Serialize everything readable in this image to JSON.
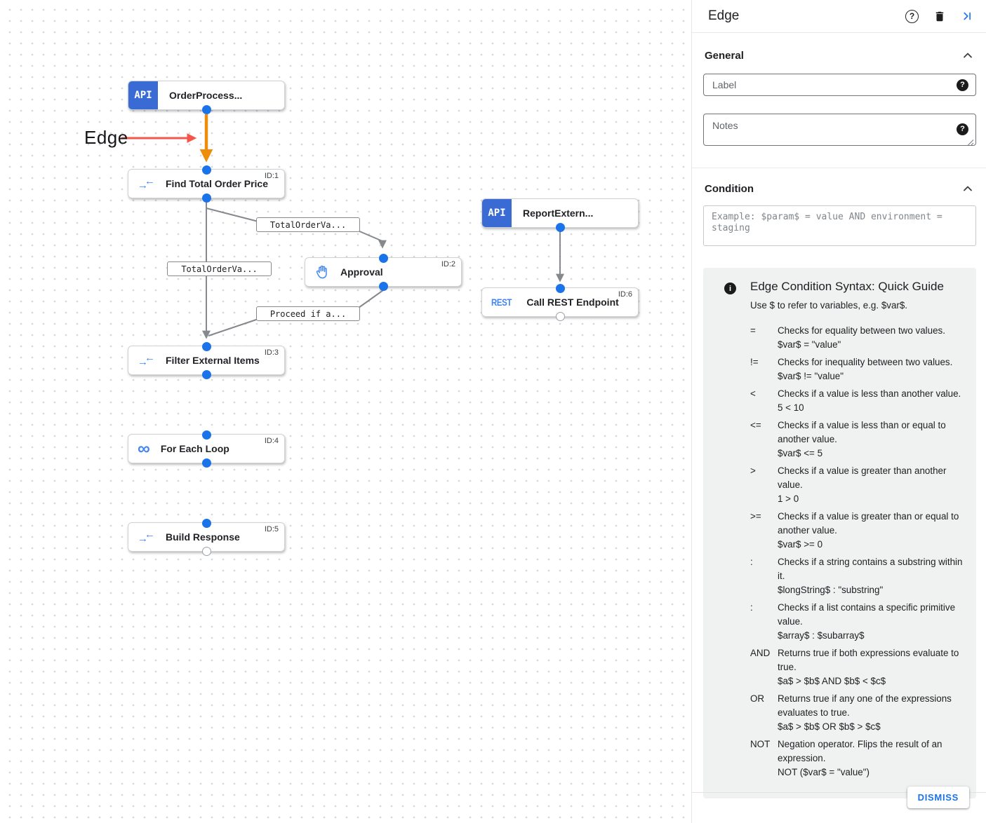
{
  "canvas": {
    "annotation_label": "Edge",
    "api_badge": "API",
    "rest_label": "REST",
    "nodes": [
      {
        "label": "OrderProcess...",
        "id_tag": ""
      },
      {
        "label": "Find Total Order Price",
        "id_tag": "ID:1"
      },
      {
        "label": "Approval",
        "id_tag": "ID:2"
      },
      {
        "label": "ReportExtern...",
        "id_tag": ""
      },
      {
        "label": "Call REST Endpoint",
        "id_tag": "ID:6"
      },
      {
        "label": "Filter External Items",
        "id_tag": "ID:3"
      },
      {
        "label": "For Each Loop",
        "id_tag": "ID:4"
      },
      {
        "label": "Build Response",
        "id_tag": "ID:5"
      }
    ],
    "edge_labels": [
      "TotalOrderVa...",
      "TotalOrderVa...",
      "Proceed if a..."
    ]
  },
  "panel": {
    "title": "Edge",
    "general_title": "General",
    "condition_title": "Condition",
    "label_placeholder": "Label",
    "notes_placeholder": "Notes",
    "condition_placeholder": "Example: $param$ = value AND environment = staging",
    "guide": {
      "title": "Edge Condition Syntax: Quick Guide",
      "subtitle": "Use $ to refer to variables, e.g. $var$.",
      "rows": [
        {
          "op": "=",
          "desc": "Checks for equality between two values.",
          "example": "$var$ = \"value\""
        },
        {
          "op": "!=",
          "desc": "Checks for inequality between two values.",
          "example": "$var$ != \"value\""
        },
        {
          "op": "<",
          "desc": "Checks if a value is less than another value.",
          "example": "5 < 10"
        },
        {
          "op": "<=",
          "desc": "Checks if a value is less than or equal to another value.",
          "example": "$var$ <= 5"
        },
        {
          "op": ">",
          "desc": "Checks if a value is greater than another value.",
          "example": "1 > 0"
        },
        {
          "op": ">=",
          "desc": "Checks if a value is greater than or equal to another value.",
          "example": "$var$ >= 0"
        },
        {
          "op": ":",
          "desc": "Checks if a string contains a substring within it.",
          "example": "$longString$ : \"substring\""
        },
        {
          "op": ":",
          "desc": "Checks if a list contains a specific primitive value.",
          "example": "$array$ : $subarray$"
        },
        {
          "op": "AND",
          "desc": "Returns true if both expressions evaluate to true.",
          "example": "$a$ > $b$ AND $b$ < $c$"
        },
        {
          "op": "OR",
          "desc": "Returns true if any one of the expressions evaluates to true.",
          "example": "$a$ > $b$ OR $b$ > $c$"
        },
        {
          "op": "NOT",
          "desc": "Negation operator. Flips the result of an expression.",
          "example": "NOT ($var$ = \"value\")"
        }
      ]
    },
    "dismiss_label": "DISMISS"
  },
  "icons": {
    "help": "?",
    "info": "i",
    "arrow_left": "←",
    "arrow_right": "→",
    "loop": "∞"
  },
  "colors": {
    "accent_blue": "#1a73e8",
    "icon_blue": "#4285f4",
    "api_badge_blue": "#3a6bd4",
    "edge_gray": "#85898d",
    "edge_orange": "#ee8d0b",
    "annotation_red": "#f4564a",
    "guide_bg": "#f0f1f1"
  }
}
